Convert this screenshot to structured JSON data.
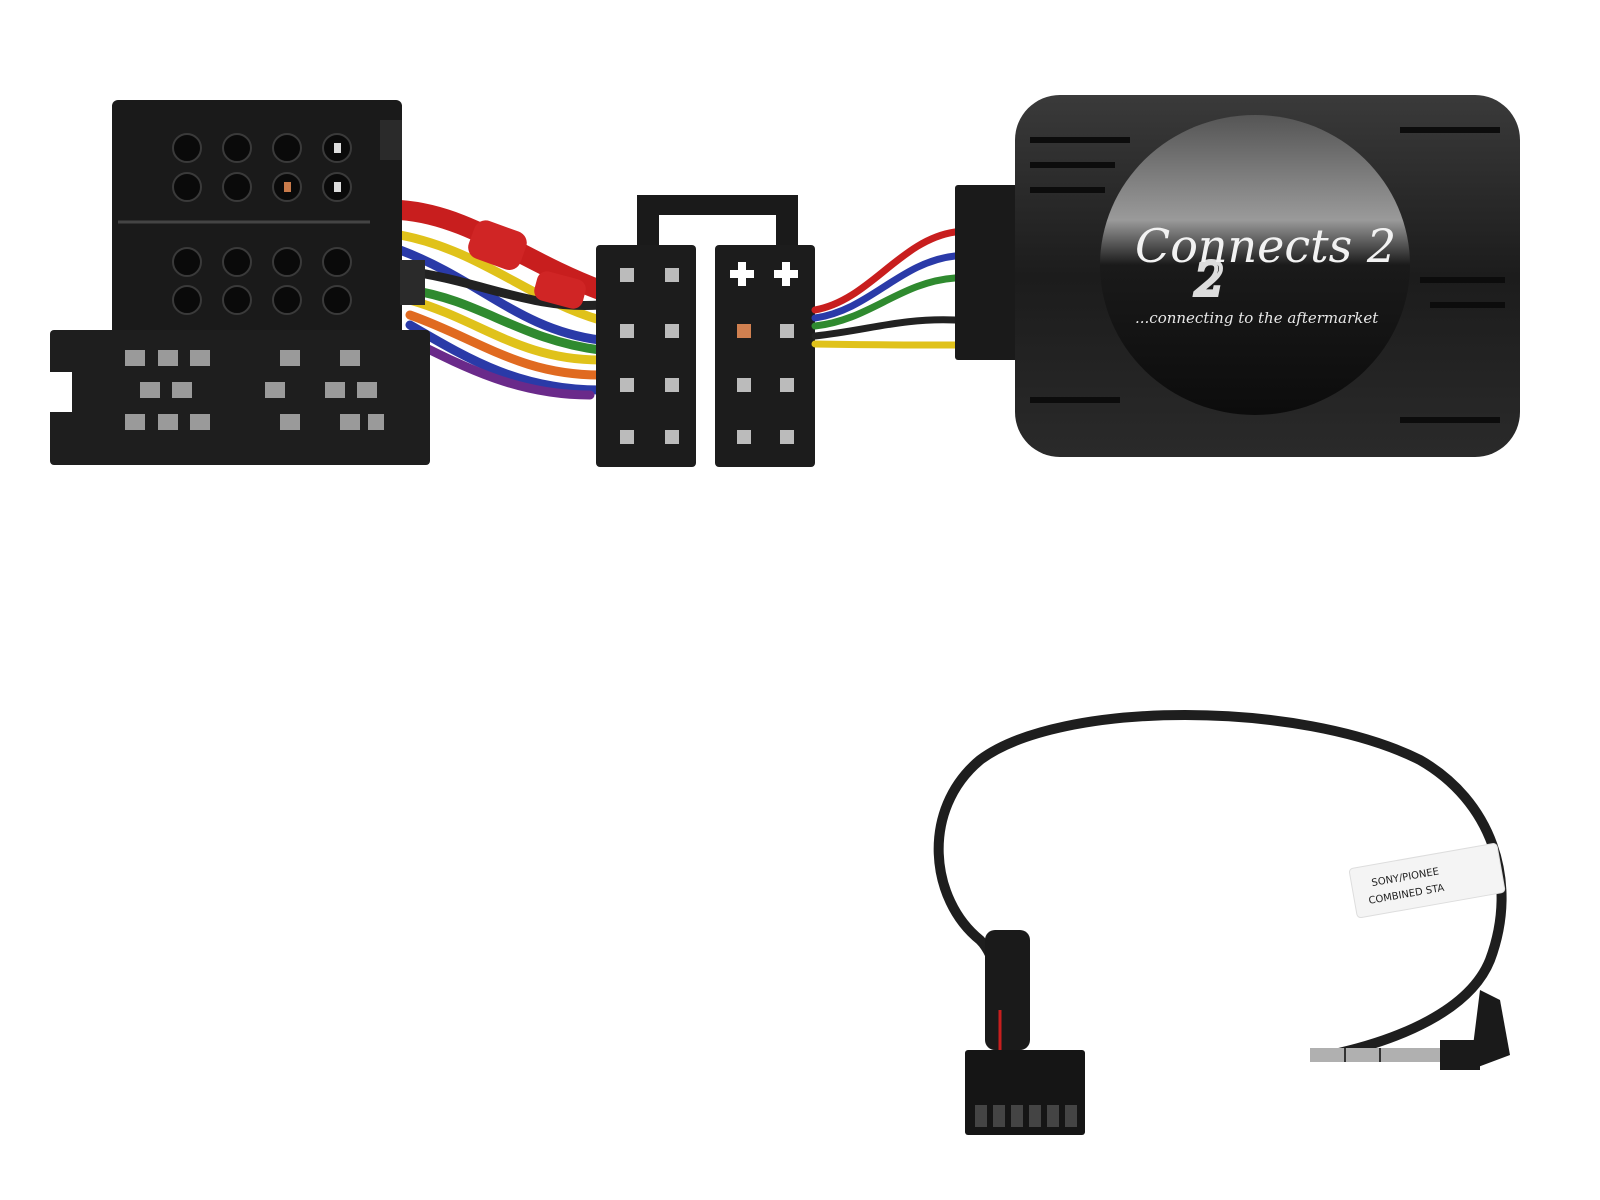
{
  "product": {
    "module": {
      "logo_text": "Connects 2",
      "tagline": "...connecting to the aftermarket"
    },
    "patch_lead": {
      "label_line1": "SONY/PIONEE",
      "label_line2": "COMBINED STA"
    },
    "wire_colors": [
      "#c81e1e",
      "#2f8a2f",
      "#2a3aa8",
      "#e0c21a",
      "#222222",
      "#6a2a8a",
      "#e06a20"
    ]
  }
}
